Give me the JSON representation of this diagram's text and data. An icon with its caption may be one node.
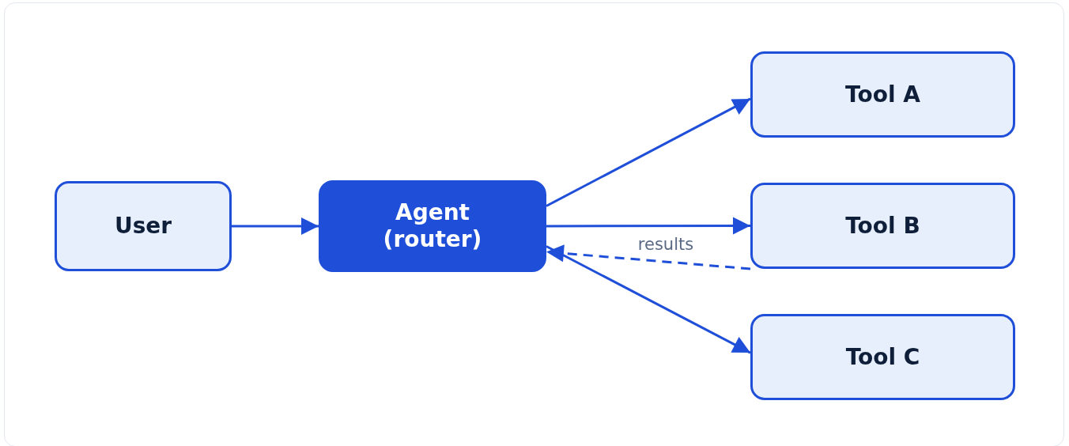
{
  "diagram": {
    "nodes": [
      {
        "text": [
          "User"
        ]
      },
      {
        "text": [
          "Agent (router)"
        ]
      },
      {
        "text": [
          "Tool A"
        ]
      },
      {
        "text": [
          "Tool B"
        ]
      },
      {
        "text": [
          "Tool C"
        ]
      }
    ],
    "edges": [
      {
        "from": 0,
        "to": 1,
        "arrow": "to"
      },
      {
        "from": 1,
        "to": 2,
        "arrow": "to"
      },
      {
        "from": 1,
        "to": 3,
        "arrow": "to"
      },
      {
        "from": 3,
        "to": 1,
        "arrow": "to",
        "style": "dashed",
        "label": "results"
      },
      {
        "from": 1,
        "to": 4,
        "arrow": "to"
      }
    ]
  }
}
